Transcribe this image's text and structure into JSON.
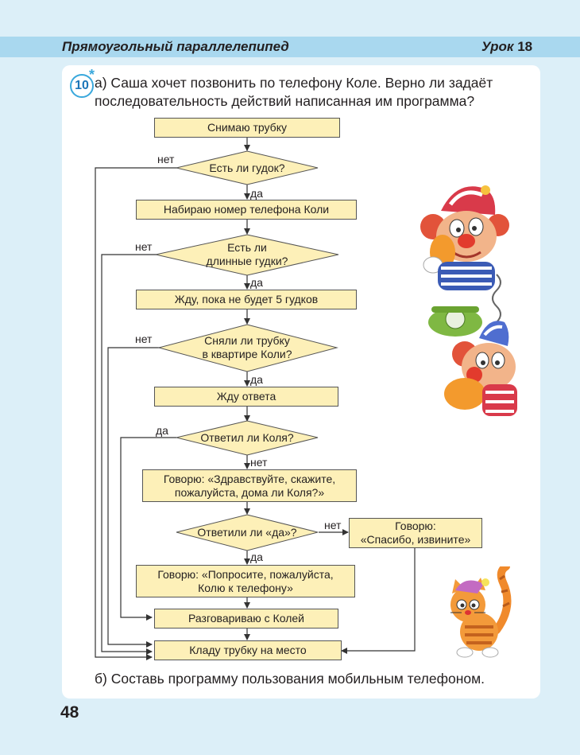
{
  "header": {
    "title": "Прямоугольный параллелепипед",
    "lesson_word": "Урок",
    "lesson_number": "18"
  },
  "task": {
    "number": "10",
    "star": "*",
    "question_a": "а) Саша хочет позвонить по телефону Коле. Верно ли задаёт последовательность действий написанная им программа?",
    "question_b": "б) Составь программу пользования мобильным телефоном."
  },
  "flowchart": {
    "b1": "Снимаю трубку",
    "d1": "Есть ли гудок?",
    "b2": "Набираю номер телефона Коли",
    "d2_line1": "Есть ли",
    "d2_line2": "длинные гудки?",
    "b3": "Жду, пока не будет 5 гудков",
    "d3_line1": "Сняли ли трубку",
    "d3_line2": "в квартире Коли?",
    "b4": "Жду ответа",
    "d4": "Ответил ли Коля?",
    "b5_line1": "Говорю: «Здравствуйте, скажите,",
    "b5_line2": "пожалуйста, дома ли Коля?»",
    "d5": "Ответили ли «да»?",
    "b6_line1": "Говорю:",
    "b6_line2": "«Спасибо, извините»",
    "b7_line1": "Говорю: «Попросите, пожалуйста,",
    "b7_line2": "Колю к телефону»",
    "b8": "Разговариваю с Колей",
    "b9": "Кладу трубку на место",
    "labels": {
      "yes": "да",
      "no": "нет"
    }
  },
  "illustrations": {
    "clowns": "clowns-telephone-picture",
    "cat": "cat-picture"
  },
  "colors": {
    "header_band": "#a9d8ef",
    "page_background": "#dceff8",
    "box_fill": "#fdf0b8",
    "accent_blue": "#3aa8dc"
  },
  "page_number": "48"
}
